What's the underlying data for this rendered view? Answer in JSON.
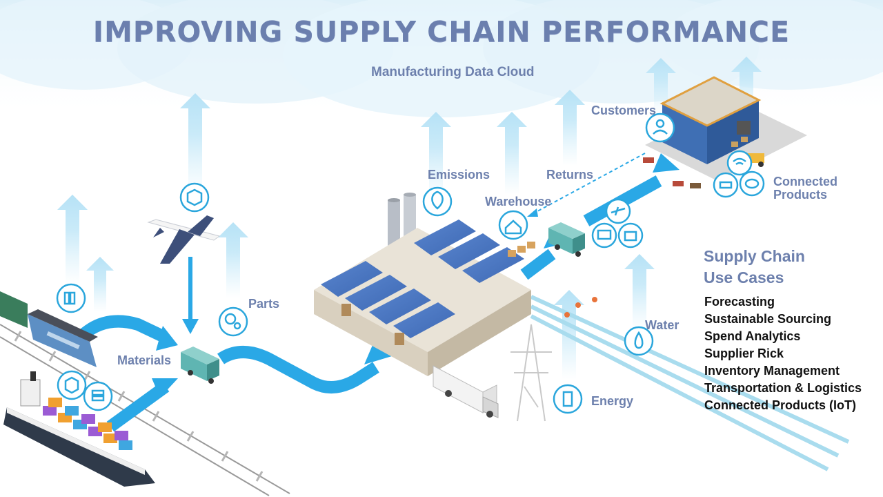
{
  "title": "IMPROVING SUPPLY CHAIN PERFORMANCE",
  "labels": {
    "cloud": "Manufacturing Data Cloud",
    "customers": "Customers",
    "emissions": "Emissions",
    "returns": "Returns",
    "warehouse": "Warehouse",
    "connected_products": [
      "Connected",
      "Products"
    ],
    "parts": "Parts",
    "materials": "Materials",
    "water": "Water",
    "energy": "Energy"
  },
  "use_cases": {
    "heading": [
      "Supply Chain",
      "Use Cases"
    ],
    "items": [
      "Forecasting",
      "Sustainable Sourcing",
      "Spend Analytics",
      "Supplier Rick",
      "Inventory Management",
      "Transportation & Logistics",
      "Connected Products (IoT)"
    ]
  },
  "colors": {
    "title": "#6b7fae",
    "label": "#6d80ad",
    "flow_arrow": "#29a9e8",
    "upload_arrow": "#bfe6f7",
    "icon_ring": "#2aa6dc",
    "roof": "#4b78c4",
    "cloud": "#e5f3fa"
  },
  "icons": [
    "box-icon",
    "materials-icon",
    "parts-icon",
    "containers-icon",
    "emissions-leaf-icon",
    "warehouse-icon",
    "customer-icon",
    "wifi-icon",
    "connected-car-icon",
    "connected-cloud-icon",
    "airplane-icon",
    "train-icon",
    "container-icon",
    "water-drop-icon",
    "energy-battery-icon"
  ]
}
